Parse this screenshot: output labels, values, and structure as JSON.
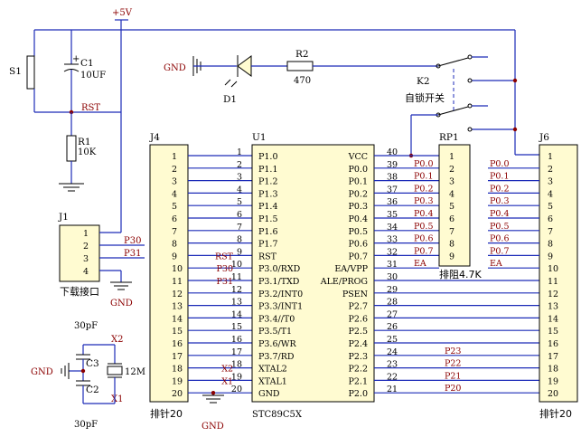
{
  "power": {
    "vcc": "+5V",
    "gnd": "GND"
  },
  "components": {
    "s1": "S1",
    "c1": {
      "ref": "C1",
      "value": "10UF",
      "pol": "+"
    },
    "r1": {
      "ref": "R1",
      "value": "10K"
    },
    "rst_net": "RST",
    "d1": "D1",
    "r2": {
      "ref": "R2",
      "value": "470"
    },
    "k2": {
      "ref": "K2",
      "desc": "自锁开关"
    },
    "x1": "X1",
    "x2": "X2",
    "c2": {
      "ref": "C2",
      "value": "30pF"
    },
    "c3": {
      "ref": "C3",
      "value": "30pF"
    },
    "crystal": "12M"
  },
  "j1": {
    "ref": "J1",
    "pins": [
      "1",
      "2",
      "3",
      "4"
    ],
    "nets": [
      "P30",
      "P31"
    ],
    "label": "下载接口"
  },
  "j4": {
    "ref": "J4",
    "label": "排针20",
    "pins": [
      "1",
      "2",
      "3",
      "4",
      "5",
      "6",
      "7",
      "8",
      "9",
      "10",
      "11",
      "12",
      "13",
      "14",
      "15",
      "16",
      "17",
      "18",
      "19",
      "20"
    ]
  },
  "j6": {
    "ref": "J6",
    "label": "排针20",
    "pins": [
      "1",
      "2",
      "3",
      "4",
      "5",
      "6",
      "7",
      "8",
      "9",
      "10",
      "11",
      "12",
      "13",
      "14",
      "15",
      "16",
      "17",
      "18",
      "19",
      "20"
    ]
  },
  "u1": {
    "ref": "U1",
    "part": "STC89C5X",
    "left_pins": [
      {
        "num": "1",
        "name": "P1.0",
        "net": ""
      },
      {
        "num": "2",
        "name": "P1.1",
        "net": ""
      },
      {
        "num": "3",
        "name": "P1.2",
        "net": ""
      },
      {
        "num": "4",
        "name": "P1.3",
        "net": ""
      },
      {
        "num": "5",
        "name": "P1.4",
        "net": ""
      },
      {
        "num": "6",
        "name": "P1.5",
        "net": ""
      },
      {
        "num": "7",
        "name": "P1.6",
        "net": ""
      },
      {
        "num": "8",
        "name": "P1.7",
        "net": ""
      },
      {
        "num": "9",
        "name": "RST",
        "net": "RST"
      },
      {
        "num": "10",
        "name": "P3.0/RXD",
        "net": "P30"
      },
      {
        "num": "11",
        "name": "P3.1/TXD",
        "net": "P31"
      },
      {
        "num": "12",
        "name": "P3.2/INT0",
        "net": ""
      },
      {
        "num": "13",
        "name": "P3.3/INT1",
        "net": ""
      },
      {
        "num": "14",
        "name": "P3.4//T0",
        "net": ""
      },
      {
        "num": "15",
        "name": "P3.5/T1",
        "net": ""
      },
      {
        "num": "16",
        "name": "P3.6/WR",
        "net": ""
      },
      {
        "num": "17",
        "name": "P3.7/RD",
        "net": ""
      },
      {
        "num": "18",
        "name": "XTAL2",
        "net": "X2"
      },
      {
        "num": "19",
        "name": "XTAL1",
        "net": "X1"
      },
      {
        "num": "20",
        "name": "GND",
        "net": ""
      }
    ],
    "right_pins": [
      {
        "num": "40",
        "name": "VCC",
        "net": ""
      },
      {
        "num": "39",
        "name": "P0.0",
        "net": "P0.0"
      },
      {
        "num": "38",
        "name": "P0.1",
        "net": "P0.1"
      },
      {
        "num": "37",
        "name": "P0.2",
        "net": "P0.2"
      },
      {
        "num": "36",
        "name": "P0.3",
        "net": "P0.3"
      },
      {
        "num": "35",
        "name": "P0.4",
        "net": "P0.4"
      },
      {
        "num": "34",
        "name": "P0.5",
        "net": "P0.5"
      },
      {
        "num": "33",
        "name": "P0.6",
        "net": "P0.6"
      },
      {
        "num": "32",
        "name": "P0.7",
        "net": "P0.7"
      },
      {
        "num": "31",
        "name": "EA/VPP",
        "net": "EA"
      },
      {
        "num": "30",
        "name": "ALE/PROG",
        "net": ""
      },
      {
        "num": "29",
        "name": "PSEN",
        "net": ""
      },
      {
        "num": "28",
        "name": "P2.7",
        "net": ""
      },
      {
        "num": "27",
        "name": "P2.6",
        "net": ""
      },
      {
        "num": "26",
        "name": "P2.5",
        "net": ""
      },
      {
        "num": "25",
        "name": "P2.4",
        "net": ""
      },
      {
        "num": "24",
        "name": "P2.3",
        "net": "P23"
      },
      {
        "num": "23",
        "name": "P2.2",
        "net": "P22"
      },
      {
        "num": "22",
        "name": "P2.1",
        "net": "P21"
      },
      {
        "num": "21",
        "name": "P2.0",
        "net": "P20"
      }
    ]
  },
  "rp1": {
    "ref": "RP1",
    "label": "排阻4.7K",
    "pins": [
      "1",
      "2",
      "3",
      "4",
      "5",
      "6",
      "7",
      "8",
      "9"
    ]
  },
  "j6_nets": [
    "P0.0",
    "P0.1",
    "P0.2",
    "P0.3",
    "P0.4",
    "P0.5",
    "P0.6",
    "P0.7",
    "EA"
  ]
}
